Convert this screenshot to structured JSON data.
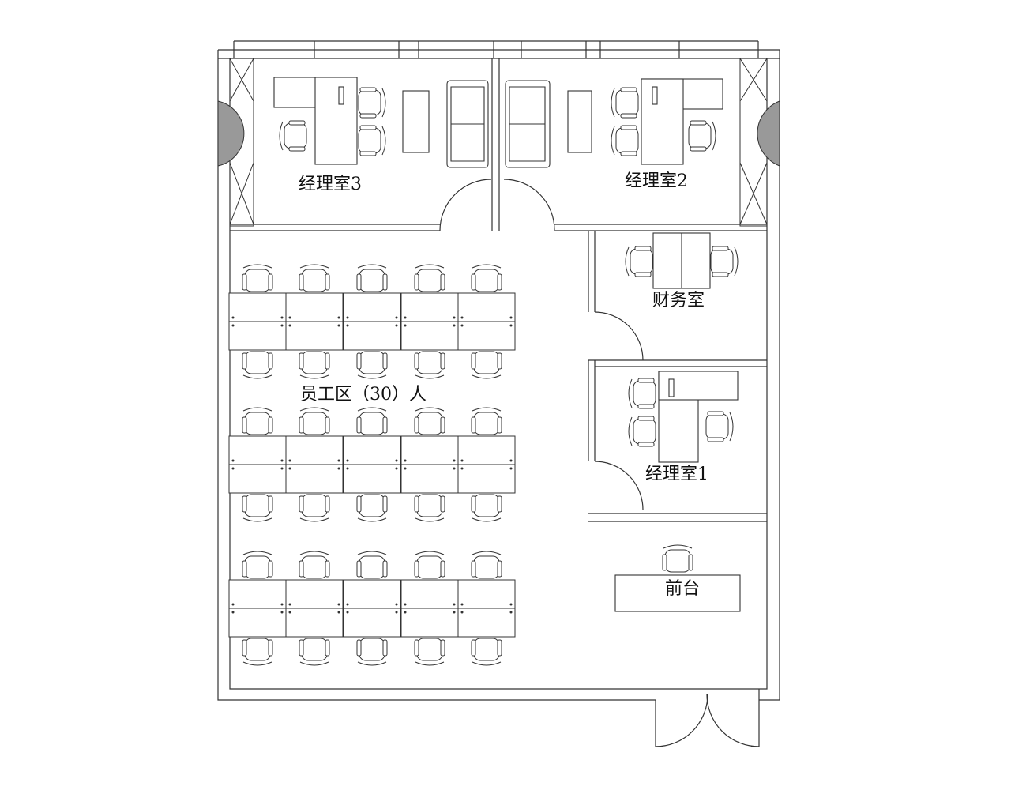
{
  "rooms": {
    "manager_office_3": "经理室3",
    "manager_office_2": "经理室2",
    "finance_office": "财务室",
    "manager_office_1": "经理室1",
    "staff_area": "员工区（30）人",
    "reception": "前台"
  },
  "workstations": {
    "blocks": 3,
    "desks_per_row": 5,
    "rows_per_block": 2,
    "seats": 30
  },
  "colors": {
    "line": "#333333",
    "column_fill": "#999999",
    "background": "#ffffff"
  }
}
